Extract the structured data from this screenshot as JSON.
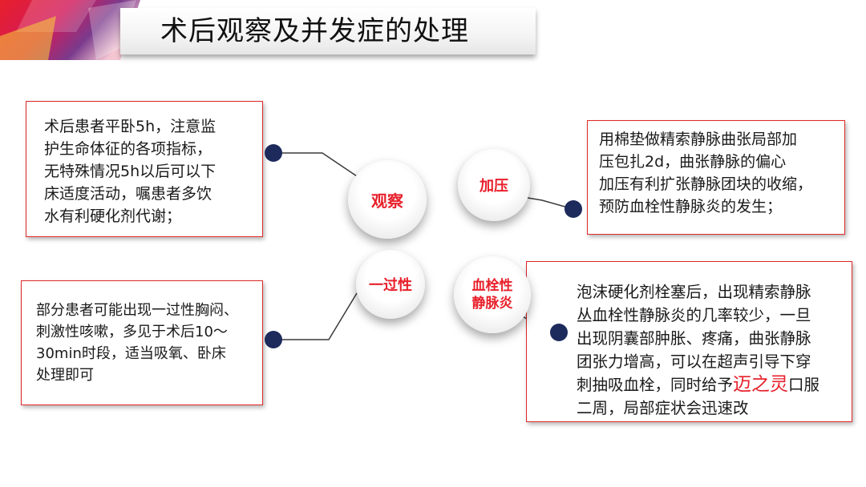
{
  "title": "术后观察及并发症的处理",
  "colors": {
    "accent_red": "#e8202b",
    "dot_navy": "#1d2a5c",
    "border_red": "#e02828"
  },
  "bubbles": {
    "guancha": "观察",
    "jiaya": "加压",
    "yiguo": "一过性",
    "xueshuan": "血栓性\n静脉炎"
  },
  "boxes": {
    "top_left": "术后患者平卧5h，注意监\n护生命体征的各项指标，\n无特殊情况5h以后可以下\n床适度活动，嘱患者多饮\n水有利硬化剂代谢；",
    "top_right": "用棉垫做精索静脉曲张局部加\n压包扎2d，曲张静脉的偏心\n加压有利扩张静脉团块的收缩，\n预防血栓性静脉炎的发生；",
    "bottom_left": "部分患者可能出现一过性胸闷、\n刺激性咳嗽，多见于术后10～\n30min时段，适当吸氧、卧床\n处理即可",
    "bottom_right_before": "泡沫硬化剂栓塞后，出现精索静脉\n丛血栓性静脉炎的几率较少，一旦\n出现阴囊部肿胀、疼痛，曲张静脉\n团张力增高，可以在超声引导下穿\n刺抽吸血栓，同时给予",
    "bottom_right_highlight": "迈之灵",
    "bottom_right_after": "口服\n二周，局部症状会迅速改"
  }
}
